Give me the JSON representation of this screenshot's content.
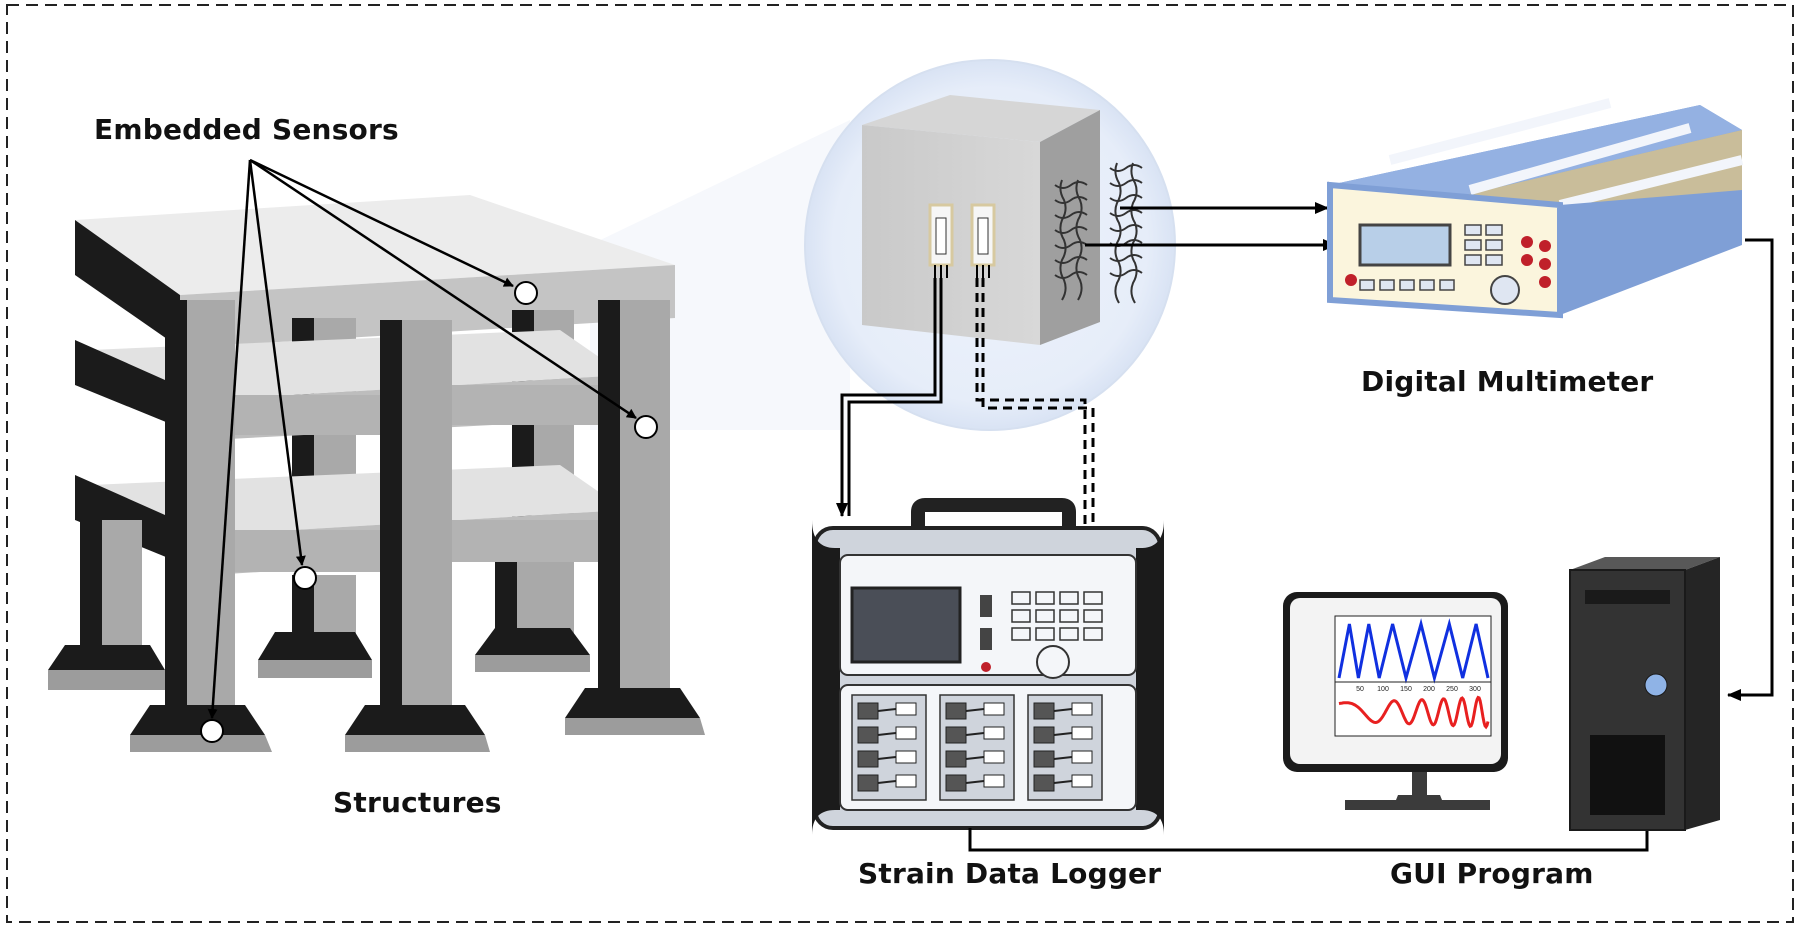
{
  "labels": {
    "embedded_sensors": "Embedded Sensors",
    "structures": "Structures",
    "digital_multimeter": "Digital Multimeter",
    "strain_data_logger": "Strain Data Logger",
    "gui_program": "GUI Program"
  },
  "plot_ticks": [
    "50",
    "100",
    "150",
    "200",
    "250",
    "300"
  ],
  "colors": {
    "frame_dark": "#1b1b1b",
    "concrete": "#a9a9a9",
    "slab_top": "#e9e9e9",
    "multimeter_blue": "#7f9fd6",
    "signal_blue": "#1030e0",
    "signal_red": "#e82020"
  },
  "icons": [
    "building-icon",
    "concrete-sensor-block-icon",
    "multimeter-icon",
    "data-logger-icon",
    "computer-tower-icon",
    "monitor-icon"
  ]
}
